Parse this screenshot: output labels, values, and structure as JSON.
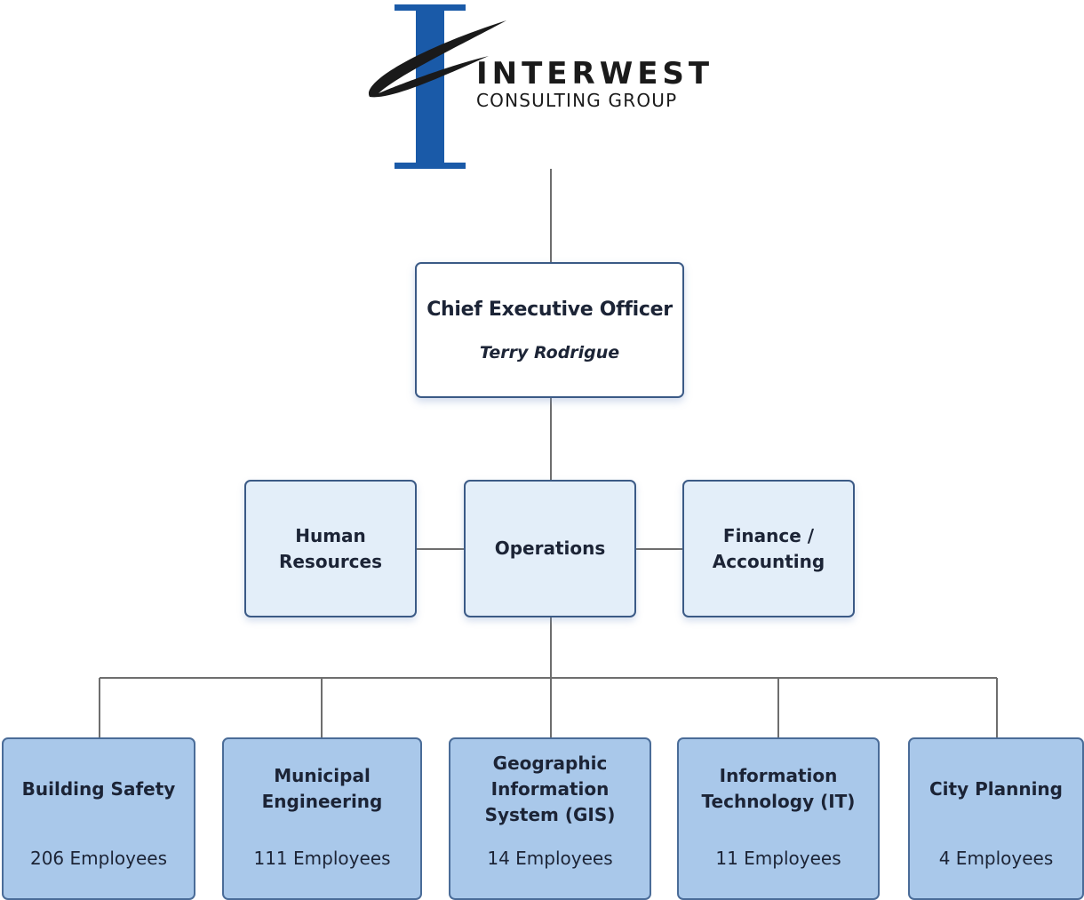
{
  "logo": {
    "name": "INTERWEST",
    "subtitle": "CONSULTING GROUP",
    "brand_color": "#1a5aa8"
  },
  "ceo": {
    "title": "Chief Executive Officer",
    "name": "Terry Rodrigue"
  },
  "middle": [
    {
      "label": "Human Resources"
    },
    {
      "label": "Operations"
    },
    {
      "label": "Finance / Accounting"
    }
  ],
  "departments": [
    {
      "name": "Building Safety",
      "employees": "206 Employees"
    },
    {
      "name": "Municipal Engineering",
      "employees": "111 Employees"
    },
    {
      "name": "Geographic Information System (GIS)",
      "employees": "14 Employees"
    },
    {
      "name": "Information Technology (IT)",
      "employees": "11 Employees"
    },
    {
      "name": "City Planning",
      "employees": "4 Employees"
    }
  ],
  "colors": {
    "line": "#6e6e6e",
    "border": "#3b5a86",
    "middle_fill": "#e3eef9",
    "department_fill": "#a9c8ea"
  }
}
